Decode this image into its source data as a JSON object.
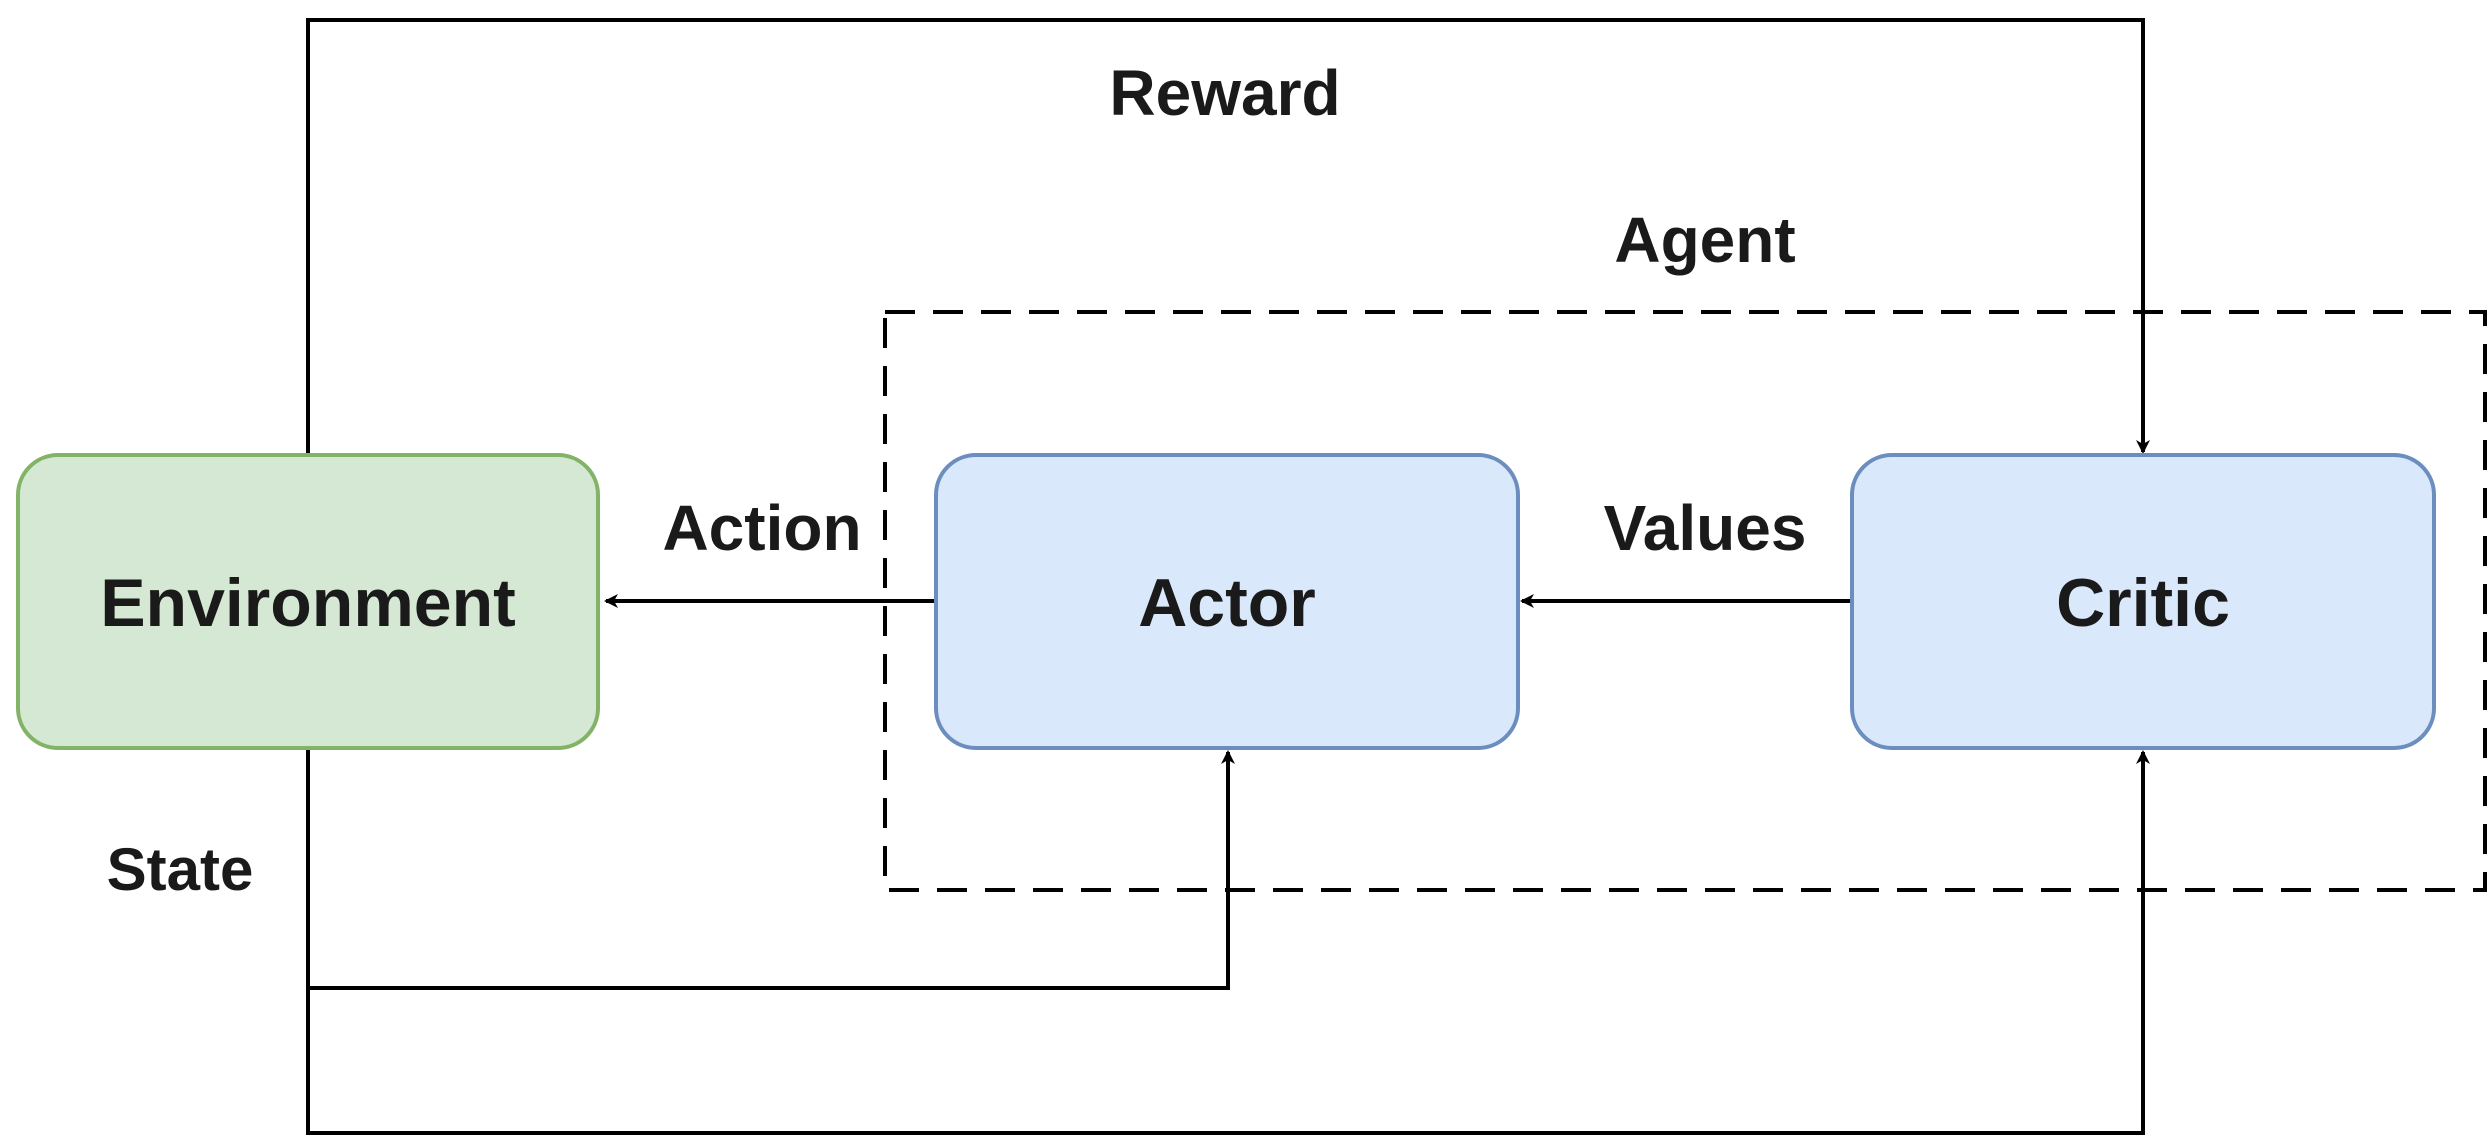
{
  "diagram": {
    "nodes": {
      "environment": {
        "label": "Environment",
        "fill": "#d5e8d4",
        "stroke": "#82b366"
      },
      "actor": {
        "label": "Actor",
        "fill": "#dae8fc",
        "stroke": "#6c8ebf"
      },
      "critic": {
        "label": "Critic",
        "fill": "#dae8fc",
        "stroke": "#6c8ebf"
      }
    },
    "group": {
      "label": "Agent",
      "style": "dashed"
    },
    "edges": {
      "reward": {
        "label": "Reward",
        "from": "environment",
        "to": "critic"
      },
      "action": {
        "label": "Action",
        "from": "actor",
        "to": "environment"
      },
      "values": {
        "label": "Values",
        "from": "critic",
        "to": "actor"
      },
      "state": {
        "label": "State",
        "from": "environment",
        "to": [
          "actor",
          "critic"
        ]
      }
    }
  }
}
